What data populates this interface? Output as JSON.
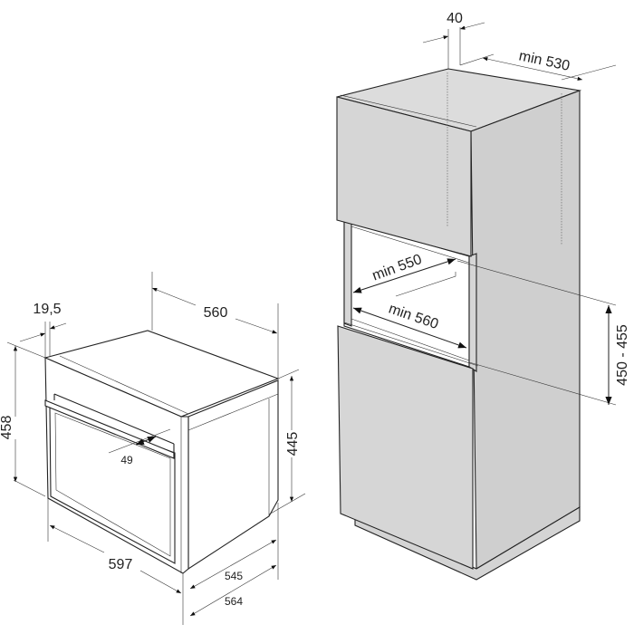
{
  "oven": {
    "dim_depth_offset": "19,5",
    "dim_depth": "560",
    "dim_height_total": "458",
    "dim_height_body": "445",
    "dim_handle": "49",
    "dim_width_front": "597",
    "dim_width_body_545": "545",
    "dim_width_body_564": "564"
  },
  "cabinet": {
    "dim_back_gap": "40",
    "dim_depth_min": "min 530",
    "dim_opening_depth": "min 550",
    "dim_opening_width": "min 560",
    "dim_opening_height": "450 - 455"
  },
  "colors": {
    "panel": "#d6d6d6",
    "side": "#cfcfcf",
    "line": "#222222"
  }
}
